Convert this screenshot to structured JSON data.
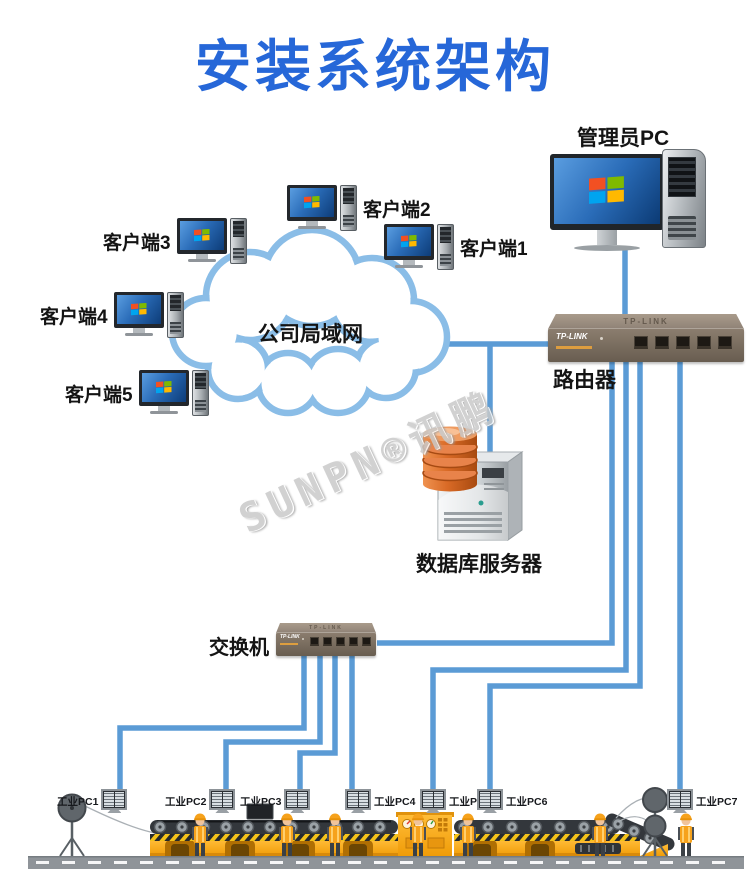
{
  "title": "安装系统架构",
  "watermark": "SUNPN®讯鹏",
  "colors": {
    "title_blue": "#2667d8",
    "cable_blue": "#5b9bd5",
    "cloud_blue": "#8abde7",
    "factory_yellow": "#f7a81f",
    "database_orange": "#d96a26"
  },
  "cloud": {
    "label": "公司局域网"
  },
  "admin_pc": {
    "label": "管理员PC"
  },
  "router": {
    "label": "路由器",
    "brand": "TP-LINK"
  },
  "switch": {
    "label": "交换机",
    "brand": "TP-LINK"
  },
  "database_server": {
    "label": "数据库服务器"
  },
  "clients": [
    {
      "label": "客户端1"
    },
    {
      "label": "客户端2"
    },
    {
      "label": "客户端3"
    },
    {
      "label": "客户端4"
    },
    {
      "label": "客户端5"
    }
  ],
  "industrial_pcs": [
    {
      "label": "工业PC1"
    },
    {
      "label": "工业PC2"
    },
    {
      "label": "工业PC3"
    },
    {
      "label": "工业PC4"
    },
    {
      "label": "工业PC5"
    },
    {
      "label": "工业PC6"
    },
    {
      "label": "工业PC7"
    }
  ]
}
